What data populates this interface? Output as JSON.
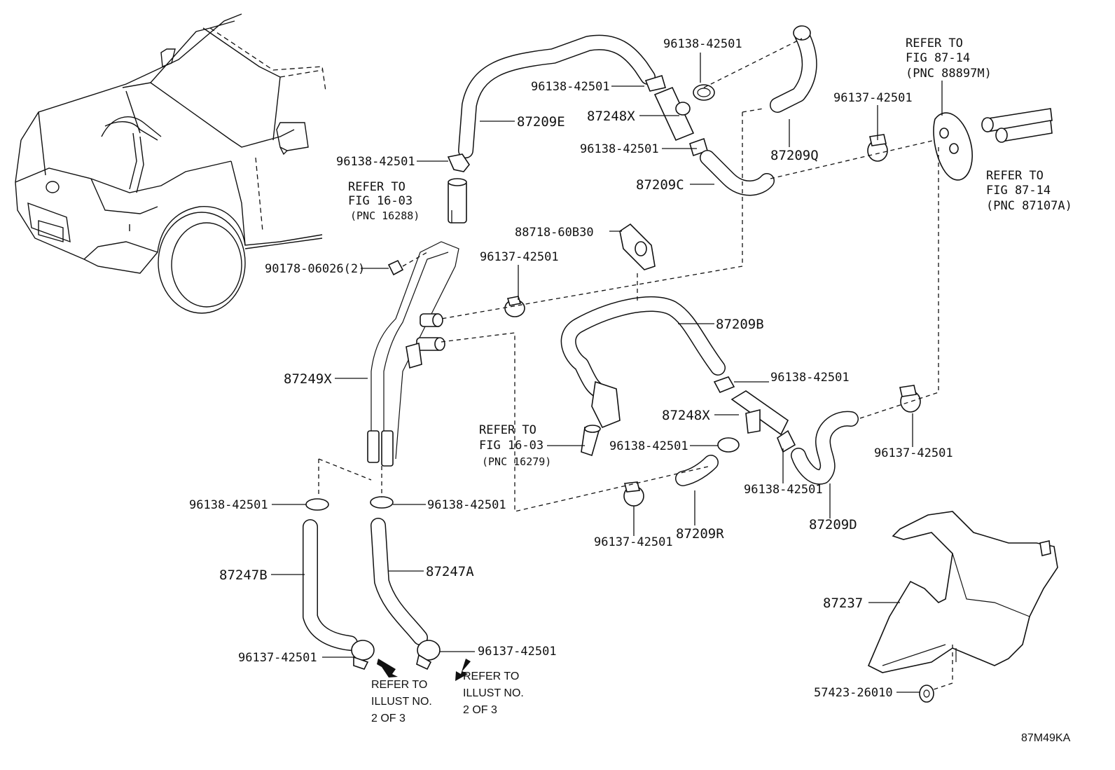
{
  "diagram_code": "87M49KA",
  "labels": {
    "p96138_top_right": "96138-42501",
    "p96138_top_mid": "96138-42501",
    "p87248x_top": "87248X",
    "p96138_under_87248x": "96138-42501",
    "p87209e": "87209E",
    "p96138_left_upper": "96138-42501",
    "p87209q": "87209Q",
    "p87209c": "87209C",
    "p96137_top": "96137-42501",
    "p88718": "88718-60B30",
    "p96137_mid": "96137-42501",
    "p90178": "90178-06026(2)",
    "p87249x": "87249X",
    "p87209b": "87209B",
    "p96138_right_mid": "96138-42501",
    "p87248x_mid": "87248X",
    "p96138_mid_center": "96138-42501",
    "p96138_mid_right": "96138-42501",
    "p96137_right": "96137-42501",
    "p96138_left_lower": "96138-42501",
    "p96138_center_lower": "96138-42501",
    "p96137_center_lower": "96137-42501",
    "p87209r": "87209R",
    "p87209d": "87209D",
    "p87247b": "87247B",
    "p87247a": "87247A",
    "p87237": "87237",
    "p96137_bottom_left": "96137-42501",
    "p96137_bottom_center": "96137-42501",
    "p57423": "57423-26010"
  },
  "refs": {
    "fig16_03_top": {
      "line1": "REFER TO",
      "line2": "FIG 16-03",
      "line3": "(PNC 16288)"
    },
    "fig16_03_mid": {
      "line1": "REFER TO",
      "line2": "FIG 16-03",
      "line3": "(PNC 16279)"
    },
    "fig87_14_top": {
      "line1": "REFER TO",
      "line2": "FIG 87-14",
      "line3": "(PNC 88897M)"
    },
    "fig87_14_right": {
      "line1": "REFER TO",
      "line2": "FIG 87-14",
      "line3": "(PNC 87107A)"
    },
    "illust_left": {
      "line1": "REFER TO",
      "line2": "ILLUST NO.",
      "line3": "2 OF 3"
    },
    "illust_right": {
      "line1": "REFER TO",
      "line2": "ILLUST NO.",
      "line3": "2 OF 3"
    }
  }
}
